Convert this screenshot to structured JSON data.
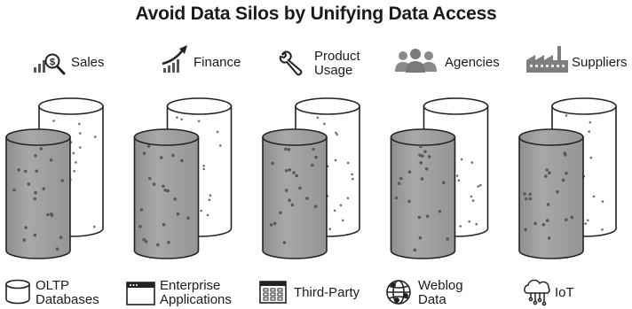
{
  "title": "Avoid Data Silos by Unifying Data Access",
  "top_categories": [
    {
      "label": "Sales",
      "icon": "sales-chart-magnifier-icon"
    },
    {
      "label": "Finance",
      "icon": "growth-arrow-chart-icon"
    },
    {
      "label_line1": "Product",
      "label_line2": "Usage",
      "icon": "wrench-icon"
    },
    {
      "label": "Agencies",
      "icon": "people-group-icon"
    },
    {
      "label": "Suppliers",
      "icon": "factory-icon"
    }
  ],
  "bottom_sources": [
    {
      "label_line1": "OLTP",
      "label_line2": "Databases",
      "icon": "database-stack-icon"
    },
    {
      "label_line1": "Enterprise",
      "label_line2": "Applications",
      "icon": "application-window-icon"
    },
    {
      "label": "Third-Party",
      "icon": "third-party-grid-icon"
    },
    {
      "label_line1": "Weblog",
      "label_line2": "Data",
      "icon": "globe-network-icon"
    },
    {
      "label": "IoT",
      "icon": "iot-cloud-icon"
    }
  ],
  "colors": {
    "front_cylinder": "#a3a3a3",
    "back_cylinder": "#ffffff",
    "stroke": "#222222",
    "dots_front": "#5a5a5a",
    "dots_back": "#6e6e6e"
  }
}
